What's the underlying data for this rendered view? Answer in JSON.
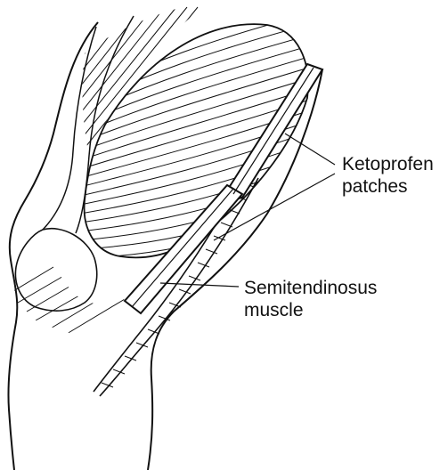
{
  "figure": {
    "colors": {
      "ink": "#111111",
      "background": "#ffffff"
    },
    "labels": {
      "ketoprofen": {
        "line1": "Ketoprofen",
        "line2": "patches"
      },
      "semitendinosus": {
        "line1": "Semitendinosus",
        "line2": "muscle"
      }
    }
  }
}
